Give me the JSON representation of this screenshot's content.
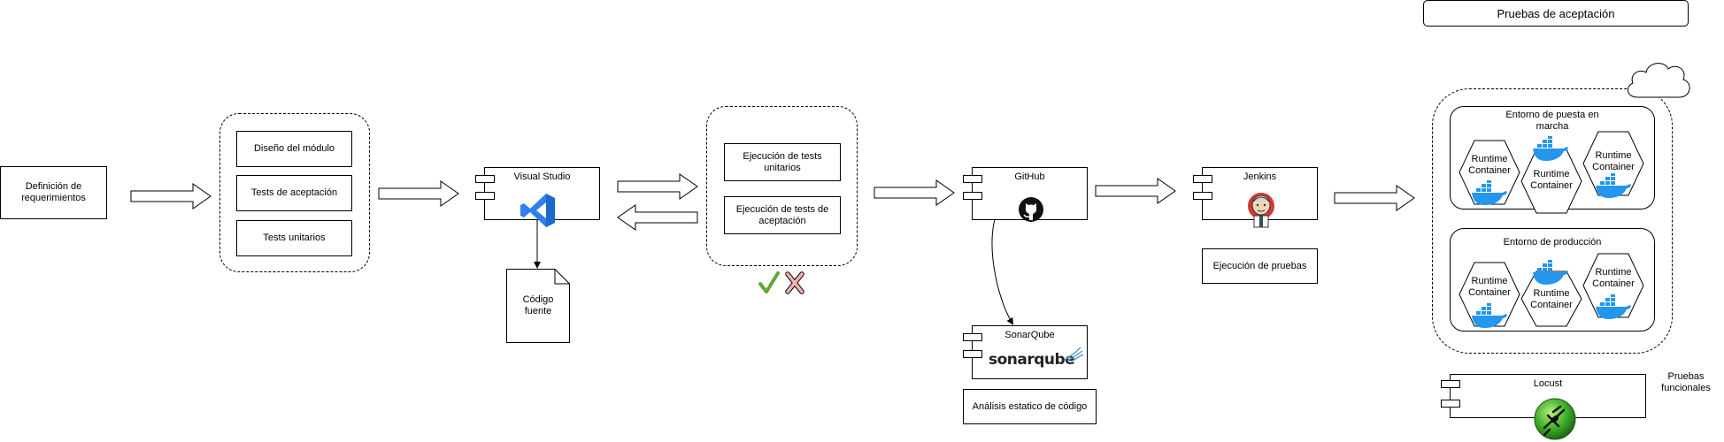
{
  "requirements": {
    "label": "Definición de requerimientos"
  },
  "design_group": {
    "items": [
      "Diseño del módulo",
      "Tests de aceptación",
      "Tests unitarios"
    ]
  },
  "visual_studio": {
    "title": "Visual Studio",
    "icon": "vscode-icon",
    "color": "#2F80ED"
  },
  "source_code": {
    "label": "Código fuente"
  },
  "tests_group": {
    "items": [
      "Ejecución de tests unitarios",
      "Ejecución de tests de aceptación"
    ],
    "check_color": "#5FA832",
    "cross_color": "#E08A8A"
  },
  "github": {
    "title": "GitHub",
    "icon": "github-icon"
  },
  "sonarqube": {
    "title": "SonarQube",
    "logo_text": "sonarqube",
    "caption": "Análisis estatico de código"
  },
  "jenkins": {
    "title": "Jenkins",
    "icon": "jenkins-icon",
    "caption": "Ejecución de pruebas"
  },
  "acceptance": {
    "title": "Pruebas de aceptación",
    "staging_env": "Entorno de puesta en marcha",
    "production_env": "Entorno de producción",
    "container_label": "Runtime Container",
    "docker_color": "#2396ED"
  },
  "locust": {
    "title": "Locust",
    "side_label": "Pruebas funcionales",
    "icon": "locust-icon"
  }
}
